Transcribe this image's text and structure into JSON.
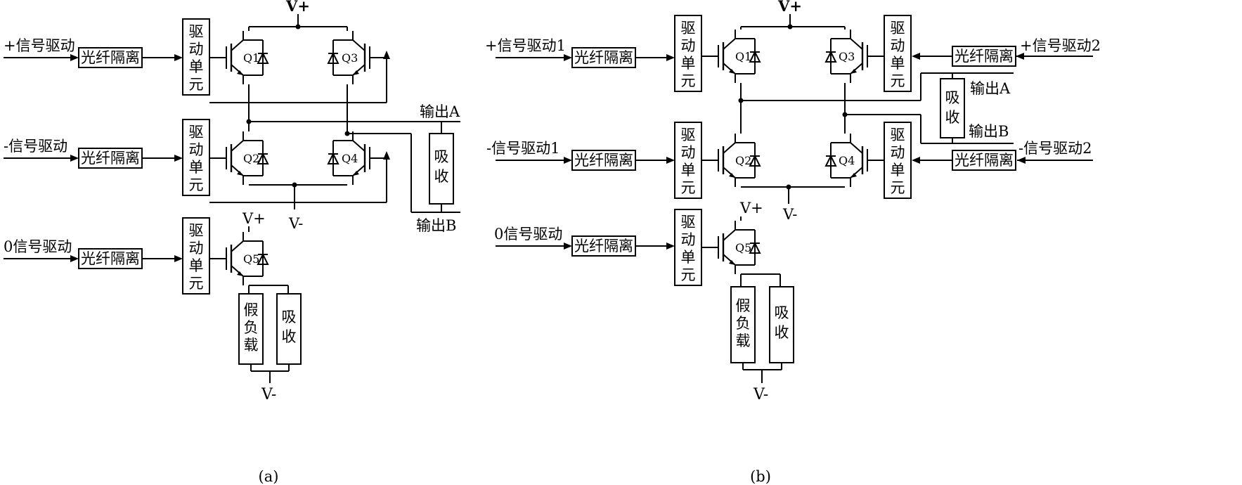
{
  "diagram_a": {
    "caption": "(a)",
    "signals": {
      "pos": "+信号驱动",
      "neg": "-信号驱动",
      "zero": "0信号驱动"
    },
    "isolation": "光纤隔离",
    "drive_unit": [
      "驱",
      "动",
      "单",
      "元"
    ],
    "transistors": [
      "Q1",
      "Q2",
      "Q3",
      "Q4",
      "Q5"
    ],
    "vplus_top": "V+",
    "vminus_mid": "V-",
    "vplus_q5": "V+",
    "vminus_bottom": "V-",
    "output_a": "输出A",
    "output_b": "输出B",
    "absorb": [
      "吸",
      "收"
    ],
    "dummy_load": [
      "假",
      "负",
      "载"
    ]
  },
  "diagram_b": {
    "caption": "(b)",
    "signals": {
      "pos1": "+信号驱动1",
      "neg1": "-信号驱动1",
      "zero": "0信号驱动",
      "pos2": "+信号驱动2",
      "neg2": "-信号驱动2"
    },
    "isolation": "光纤隔离",
    "drive_unit": [
      "驱",
      "动",
      "单",
      "元"
    ],
    "transistors": [
      "Q1",
      "Q2",
      "Q3",
      "Q4",
      "Q5"
    ],
    "vplus_top": "V+",
    "vminus_mid": "V-",
    "vplus_q5": "V+",
    "vminus_bottom": "V-",
    "output_a": "输出A",
    "output_b": "输出B",
    "absorb": [
      "吸",
      "收"
    ],
    "dummy_load": [
      "假",
      "负",
      "载"
    ]
  }
}
